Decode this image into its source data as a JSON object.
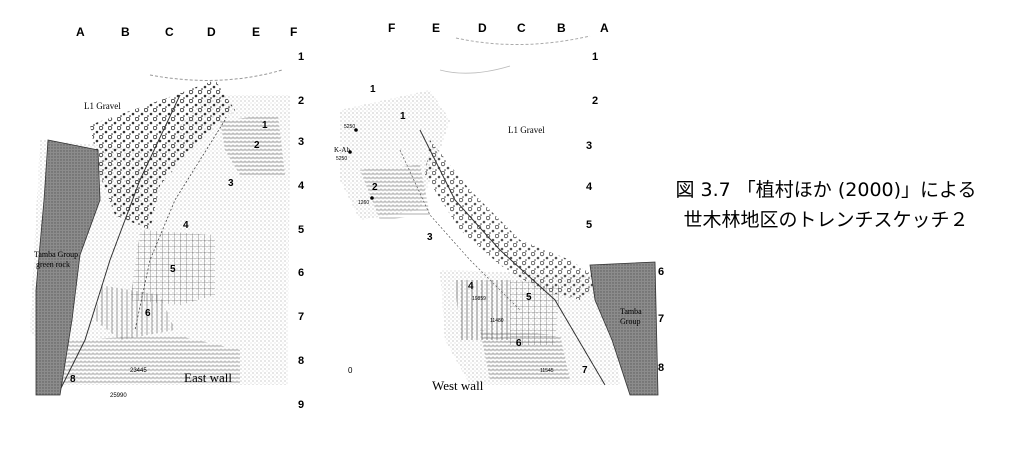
{
  "figure": {
    "caption_line1": "図 3.7 「植村ほか (2000)」による",
    "caption_line2": "世木林地区のトレンチスケッチ２"
  },
  "east_wall": {
    "col_labels": [
      "A",
      "B",
      "C",
      "D",
      "E",
      "F"
    ],
    "row_labels": [
      "1",
      "2",
      "3",
      "4",
      "5",
      "6",
      "7",
      "8",
      "9"
    ],
    "wall_title": "East wall",
    "layer_labels": [
      "1",
      "2",
      "3",
      "4",
      "5",
      "6",
      "8"
    ],
    "gravel_label": "L1 Gravel",
    "rock_label_1": "Tamba Group",
    "rock_label_2": "green rock",
    "sample_labels": [
      "23445",
      "25990"
    ]
  },
  "west_wall": {
    "col_labels": [
      "F",
      "E",
      "D",
      "C",
      "B",
      "A"
    ],
    "row_labels": [
      "1",
      "2",
      "3",
      "4",
      "5",
      "6",
      "7",
      "8"
    ],
    "wall_title": "West wall",
    "layer_labels": [
      "1",
      "1",
      "2",
      "3",
      "4",
      "5",
      "6",
      "7"
    ],
    "gravel_label": "L1 Gravel",
    "ash_label": "K-Ah",
    "rock_label_1": "Tamba",
    "rock_label_2": "Group",
    "sample_labels": [
      "5250",
      "5250",
      "19859",
      "11480",
      "1260",
      "11545"
    ],
    "scale_zero": "0"
  }
}
